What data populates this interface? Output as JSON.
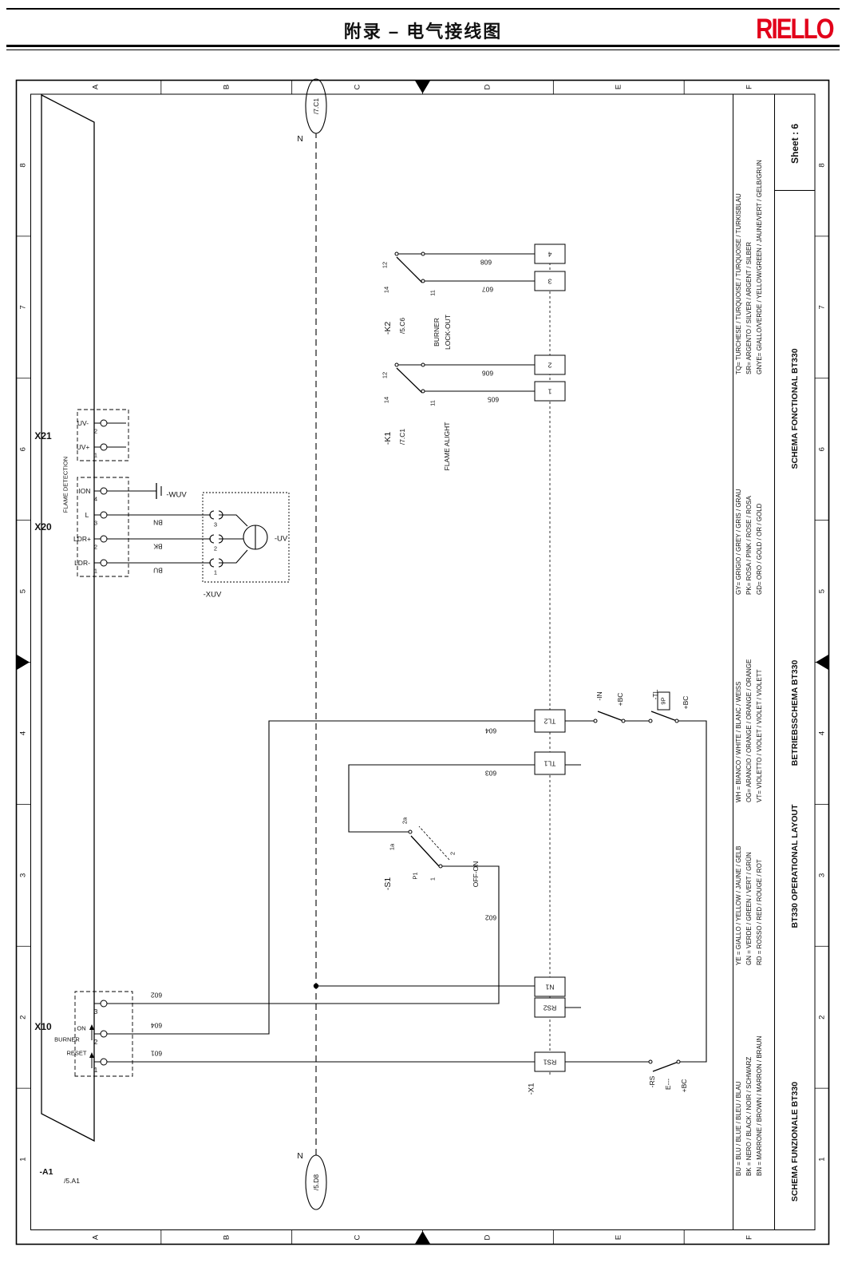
{
  "page": {
    "title": "附录 – 电气接线图",
    "logo": "RIELLO",
    "logo_color": "#e2001a"
  },
  "frame": {
    "cols": [
      "1",
      "2",
      "3",
      "4",
      "5",
      "6",
      "7",
      "8"
    ],
    "rows": [
      "A",
      "B",
      "C",
      "D",
      "E",
      "F"
    ]
  },
  "titleblock": {
    "sheet_label": "Sheet : 6",
    "titles": [
      "SCHEMA FUNZIONALE BT330",
      "BT330 OPERATIONAL LAYOUT",
      "BETRIEBSSCHEMA BT330",
      "SCHEMA FONCTIONAL BT330"
    ],
    "legend_groups": [
      [
        "BU = BLU / BLUE / BLEU / BLAU",
        "BK = NERO / BLACK / NOIR / SCHWARZ",
        "BN = MARRONE / BROWN / MARRON / BRAUN"
      ],
      [
        "YE = GIALLO / YELLOW / JAUNE / GELB",
        "GN = VERDE / GREEN / VERT / GRÜN",
        "RD = ROSSO / RED / ROUGE / ROT"
      ],
      [
        "WH = BIANCO / WHITE / BLANC / WEISS",
        "OG= ARANCIO / ORANGE / ORANGE / ORANGE",
        "VT= VIOLETTO / VIOLET / VIOLET / VIOLETT"
      ],
      [
        "GY= GRIGIO / GREY / GRIS / GRAU",
        "PK= ROSA / PINK / ROSE / ROSA",
        "GD= ORO / GOLD / OR / GOLD"
      ],
      [
        "TQ= TURCHESE / TURQUOISE / TURQUOISE / TURKISBLAU",
        "SR= ARGENTO / SILVER / ARGENT / SILBER",
        "GNYE= GIALLO/VERDE / YELLOW/GREEN / JAUNE/VERT / GELB/GRUN"
      ]
    ]
  },
  "sch": {
    "a1": {
      "ref": "-A1",
      "loc": "/5.A1"
    },
    "x10": {
      "name": "X10",
      "reset": "RESET",
      "burner": "BURNER",
      "on": "ON",
      "t": [
        "1",
        "2",
        "3"
      ]
    },
    "n": {
      "label": "N",
      "from": "/5.D8",
      "to": "/7.C1"
    },
    "x20": {
      "name": "X20",
      "fn": "FLAME DETECTION",
      "pins": [
        "LDR-",
        "LDR+",
        "L",
        "ION"
      ],
      "nums": [
        "1",
        "2",
        "3",
        "4"
      ]
    },
    "x21": {
      "name": "X21",
      "pins": [
        "UV+",
        "UV-"
      ],
      "nums": [
        "1",
        "2"
      ]
    },
    "colors": {
      "bu": "BU",
      "bk": "BK",
      "bn": "BN"
    },
    "xuv": {
      "ref": "-XUV",
      "nums": [
        "1",
        "2",
        "3"
      ]
    },
    "uv": {
      "ref": "-UV"
    },
    "wuv": {
      "ref": "-WUV"
    },
    "k1": {
      "ref": "-K1",
      "loc": "/7.C1",
      "fn": "FLAME ALIGHT"
    },
    "k2": {
      "ref": "-K2",
      "loc": "/5.C6",
      "fn1": "BURNER",
      "fn2": "LOCK-OUT"
    },
    "kpins": {
      "p12": "12",
      "p14": "14",
      "p11": "11"
    },
    "s1": {
      "ref": "-S1",
      "p1": "P1",
      "c1a": "1a",
      "c2a": "2a",
      "c1": "1",
      "c2": "2",
      "fn": "OFF-ON"
    },
    "wires": {
      "w601": "601",
      "w602": "602",
      "w603": "603",
      "w604": "604",
      "w605": "605",
      "w606": "606",
      "w607": "607",
      "w608": "608"
    },
    "term": {
      "tl1": "TL1",
      "tl2": "TL2",
      "rs1": "RS1",
      "rs2": "RS2",
      "n1": "N1",
      "b1": "1",
      "b2": "2",
      "b3": "3",
      "b4": "4",
      "x1": "-X1"
    },
    "ext": {
      "in_label": "-IN",
      "tl": "-TL",
      "p9": "9P",
      "bc": "+BC",
      "rs": "-RS",
      "e": "E---"
    }
  }
}
